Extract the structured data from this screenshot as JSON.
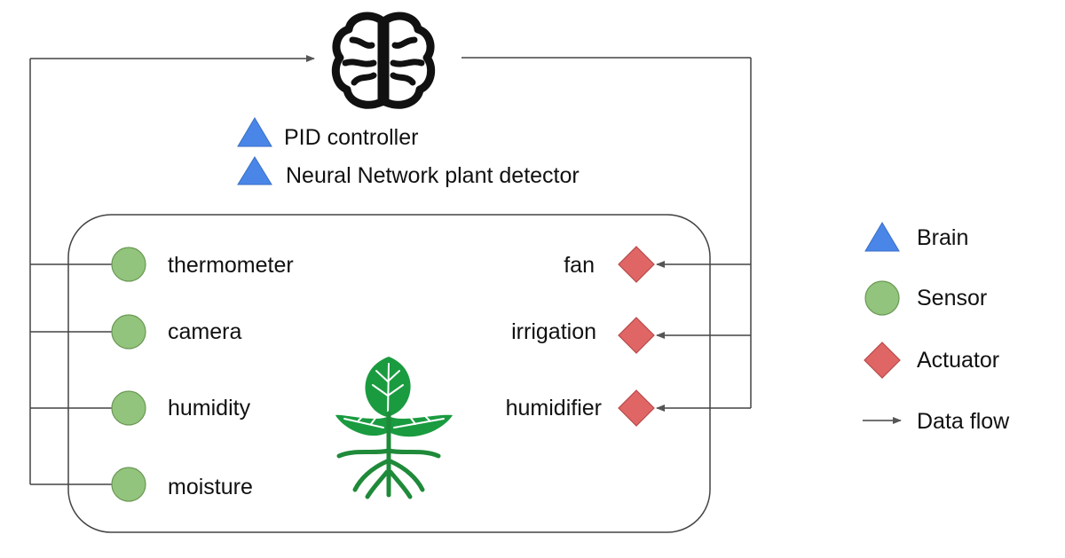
{
  "brain": {
    "icon": "brain-icon",
    "items": [
      {
        "label": "PID controller"
      },
      {
        "label": "Neural Network plant detector"
      }
    ]
  },
  "sensors": [
    {
      "label": "thermometer"
    },
    {
      "label": "camera"
    },
    {
      "label": "humidity"
    },
    {
      "label": "moisture"
    }
  ],
  "actuators": [
    {
      "label": "fan"
    },
    {
      "label": "irrigation"
    },
    {
      "label": "humidifier"
    }
  ],
  "plant": {
    "icon": "plant-icon"
  },
  "legend": [
    {
      "shape": "triangle",
      "label": "Brain"
    },
    {
      "shape": "circle",
      "label": "Sensor"
    },
    {
      "shape": "diamond",
      "label": "Actuator"
    },
    {
      "shape": "arrow",
      "label": "Data flow"
    }
  ],
  "colors": {
    "brain": "#4a86e8",
    "sensor": "#93c47d",
    "actuator": "#e06666",
    "line": "#333333",
    "plant": "#1a9b40",
    "plant_root": "#1f8a3a"
  }
}
